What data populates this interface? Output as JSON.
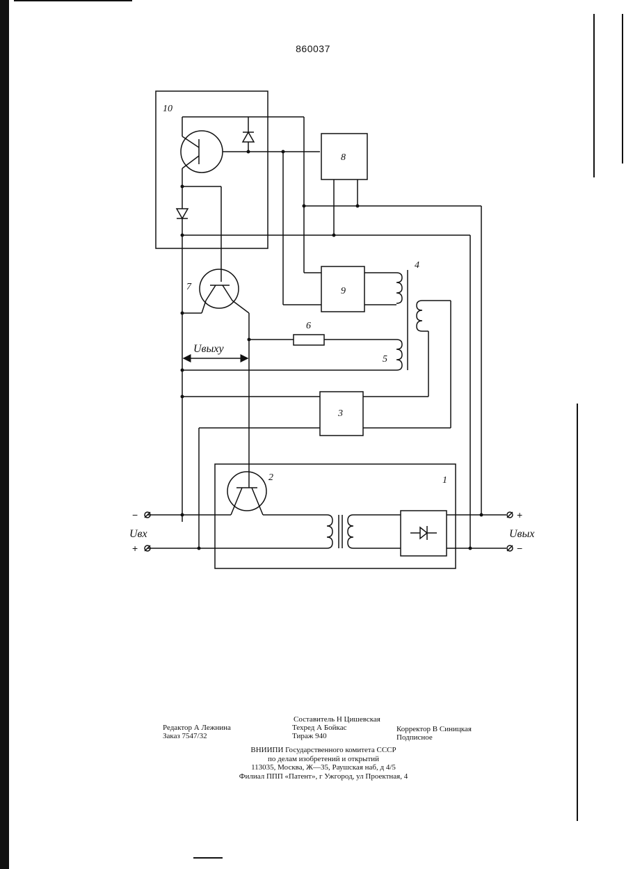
{
  "patent_number": "860037",
  "diagram": {
    "block_labels": {
      "b1": "1",
      "b2": "2",
      "b3": "3",
      "b4": "4",
      "b5": "5",
      "b6": "6",
      "b7": "7",
      "b8": "8",
      "b9": "9",
      "b10": "10"
    },
    "voltage_labels": {
      "control": "Uвыху",
      "input": "Uвх",
      "output": "Uвых"
    },
    "terminal_signs": {
      "in_top": "−",
      "in_bottom": "+",
      "out_top": "+",
      "out_bottom": "−"
    }
  },
  "credits": {
    "compiler": "Составитель Н Цишевская",
    "editor": "Редактор А Лежнина",
    "techred": "Техред А Бойкас",
    "corrector": "Корректор В Синицкая",
    "order": "Заказ 7547/32",
    "circulation": "Тираж 940",
    "subscription": "Подписное"
  },
  "imprint": {
    "line1": "ВНИИПИ Государственного комитета СССР",
    "line2": "по делам изобретений и открытий",
    "line3": "113035, Москва, Ж—35, Раушская наб, д 4/5",
    "line4": "Филиал ППП «Патент», г Ужгород, ул Проектная, 4"
  }
}
